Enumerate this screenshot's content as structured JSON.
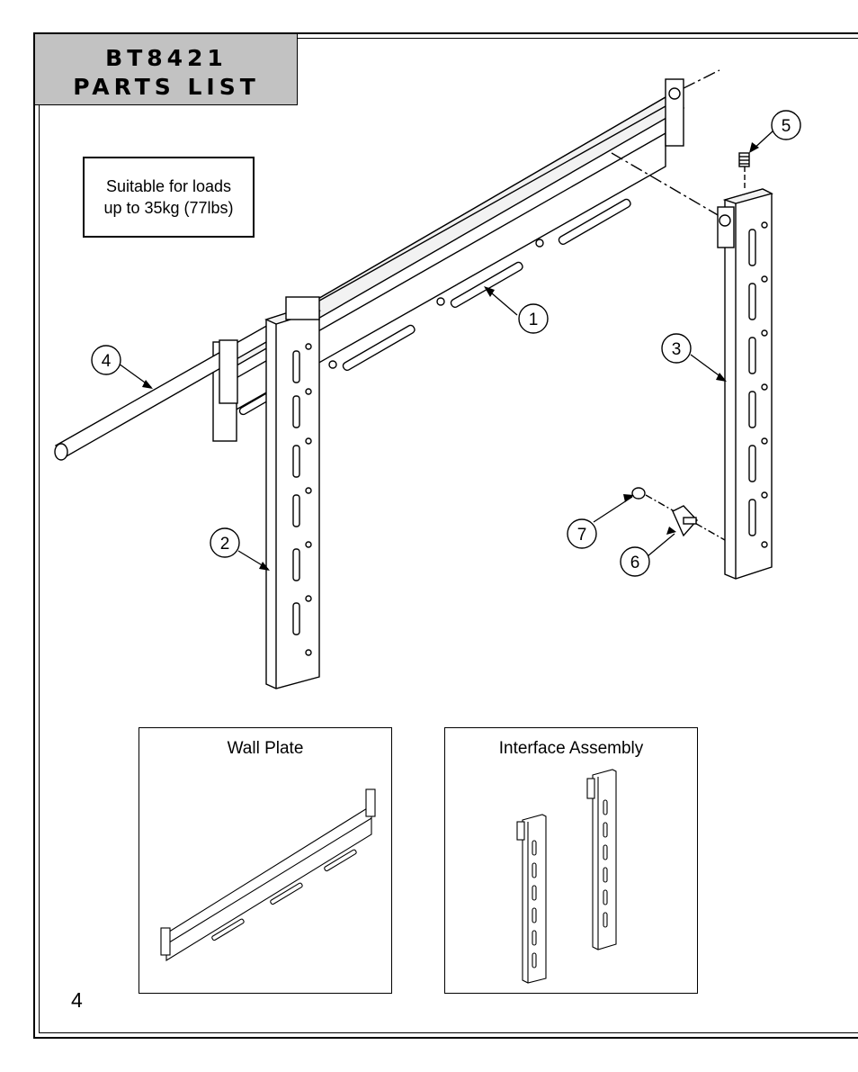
{
  "header": {
    "model": "BT8421",
    "section_title": "PARTS LIST"
  },
  "load_note": {
    "line1": "Suitable for loads",
    "line2": "up to 35kg (77lbs)"
  },
  "callouts": [
    "1",
    "2",
    "3",
    "4",
    "5",
    "6",
    "7"
  ],
  "insets": {
    "wall_plate": "Wall Plate",
    "interface_assembly": "Interface Assembly"
  },
  "page_number": "4"
}
